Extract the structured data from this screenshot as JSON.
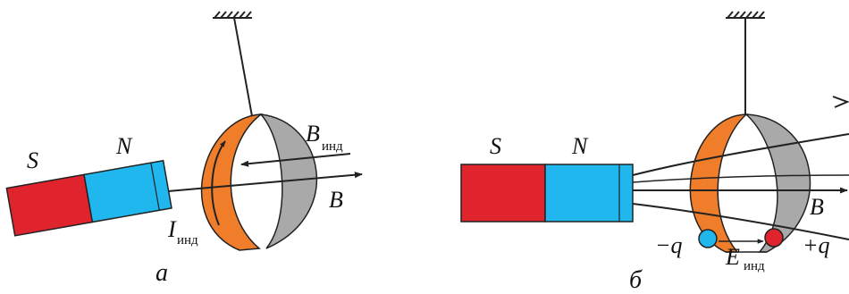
{
  "colors": {
    "magnet_s": "#e0242e",
    "magnet_n": "#1fb7ee",
    "ring_front": "#ef7d2a",
    "ring_back": "#a9a9a9",
    "ring_back_inner": "#c4c4c4",
    "outline": "#222222",
    "charge_neg": "#1fb7ee",
    "charge_pos": "#e0242e"
  },
  "panel_a": {
    "caption": "а",
    "pole_s": "S",
    "pole_n": "N",
    "b_ind": "B",
    "b_ind_sub": "инд",
    "b": "B",
    "i_ind": "I",
    "i_ind_sub": "инд"
  },
  "panel_b": {
    "caption": "б",
    "pole_s": "S",
    "pole_n": "N",
    "b": "B",
    "e_ind": "E",
    "e_ind_sub": "инд",
    "neg_charge": "−q",
    "pos_charge": "+q"
  }
}
